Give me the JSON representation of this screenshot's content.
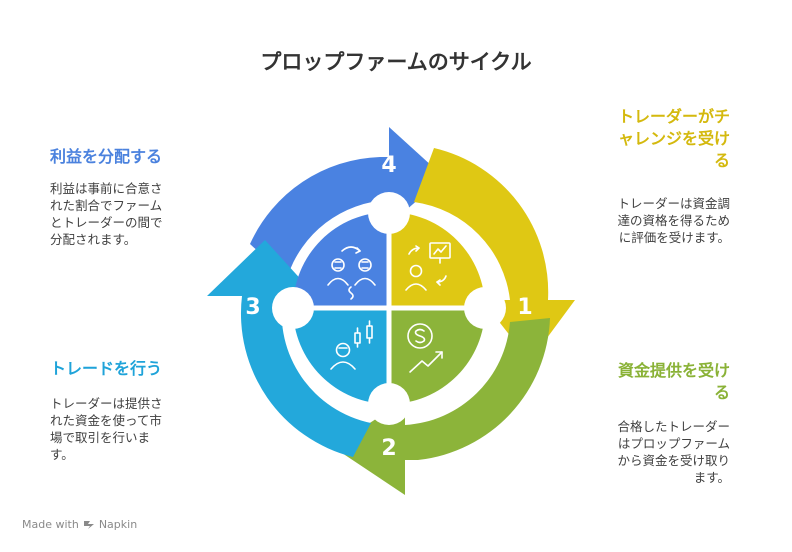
{
  "title": "プロップファームのサイクル",
  "steps": [
    {
      "number": "1",
      "heading": "トレーダーがチャレンジを受ける",
      "heading_lines": [
        "トレーダーがチ",
        "ャレンジを受け",
        "る"
      ],
      "desc_lines": [
        "トレーダーは資金調",
        "達の資格を得るため",
        "に評価を受けます。"
      ],
      "color": "#DFC814",
      "heading_color": "#D4B90E"
    },
    {
      "number": "2",
      "heading": "資金提供を受ける",
      "heading_lines": [
        "資金提供を受け",
        "る"
      ],
      "desc_lines": [
        "合格したトレーダー",
        "はプロップファーム",
        "から資金を受け取り",
        "ます。"
      ],
      "color": "#8CB43A",
      "heading_color": "#8AB237"
    },
    {
      "number": "3",
      "heading": "トレードを行う",
      "heading_lines": [
        "トレードを行う"
      ],
      "desc_lines": [
        "トレーダーは提供さ",
        "れた資金を使って市",
        "場で取引を行いま",
        "す。"
      ],
      "color": "#23A8DB",
      "heading_color": "#1FA3D9"
    },
    {
      "number": "4",
      "heading": "利益を分配する",
      "heading_lines": [
        "利益を分配する"
      ],
      "desc_lines": [
        "利益は事前に合意さ",
        "れた割合でファーム",
        "とトレーダーの間で",
        "分配されます。"
      ],
      "color": "#4A82E1",
      "heading_color": "#4B82DE"
    }
  ],
  "footer": {
    "label": "Made with",
    "brand": "Napkin"
  }
}
